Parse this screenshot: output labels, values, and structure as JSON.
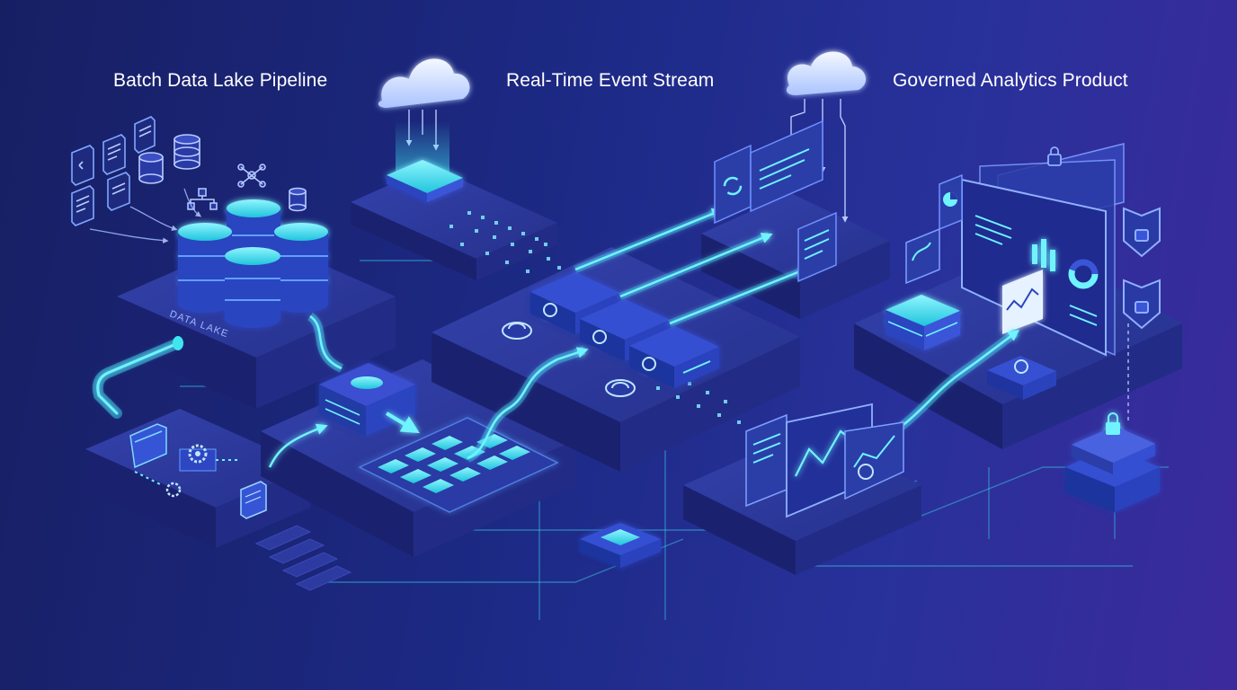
{
  "titles": {
    "batch": "Batch Data Lake Pipeline",
    "stream": "Real-Time Event Stream",
    "governed": "Governed Analytics Product"
  },
  "labels": {
    "data_lake": "DATA LAKE"
  },
  "colors": {
    "background_start": "#171f63",
    "background_end": "#3b2a9c",
    "accent_cyan": "#3fe6f0",
    "platform_top": "#2d3aa0",
    "cloud": "#dfe9ff"
  }
}
